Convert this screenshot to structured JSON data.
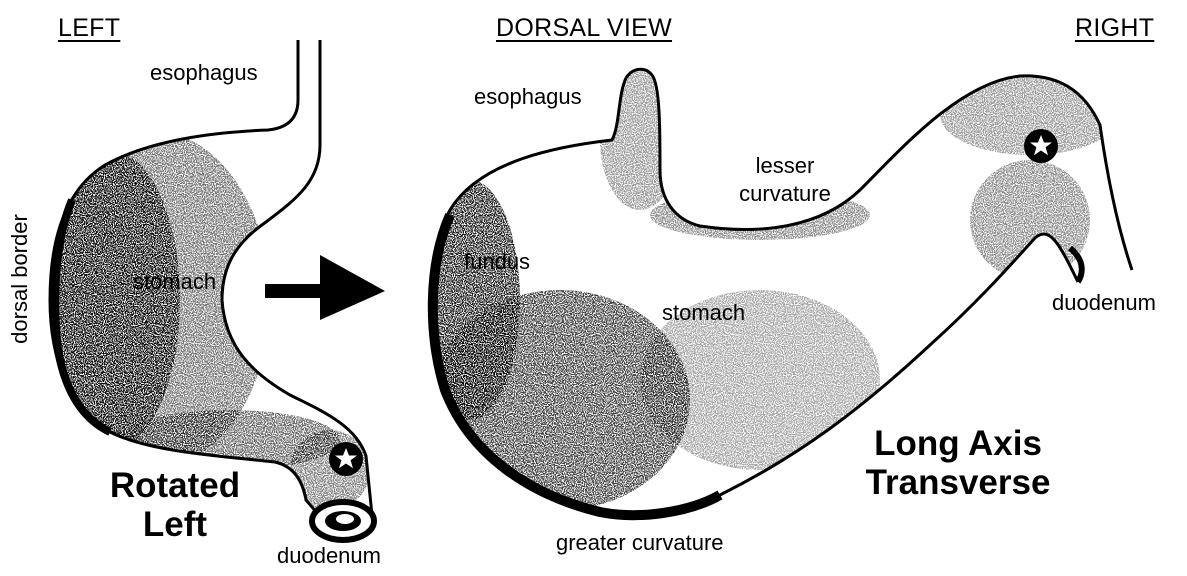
{
  "headers": {
    "left": "LEFT",
    "dorsal_view": "DORSAL VIEW",
    "right": "RIGHT"
  },
  "left_figure": {
    "esophagus": "esophagus",
    "dorsal_border": "dorsal border",
    "stomach": "stomach",
    "duodenum": "duodenum",
    "caption_line1": "Rotated",
    "caption_line2": "Left"
  },
  "right_figure": {
    "esophagus": "esophagus",
    "lesser_curvature_line1": "lesser",
    "lesser_curvature_line2": "curvature",
    "fundus": "fundus",
    "stomach": "stomach",
    "duodenum": "duodenum",
    "greater_curvature": "greater curvature",
    "caption_line1": "Long Axis",
    "caption_line2": "Transverse"
  },
  "icons": [
    "star-in-circle-icon",
    "arrow-right-icon"
  ]
}
